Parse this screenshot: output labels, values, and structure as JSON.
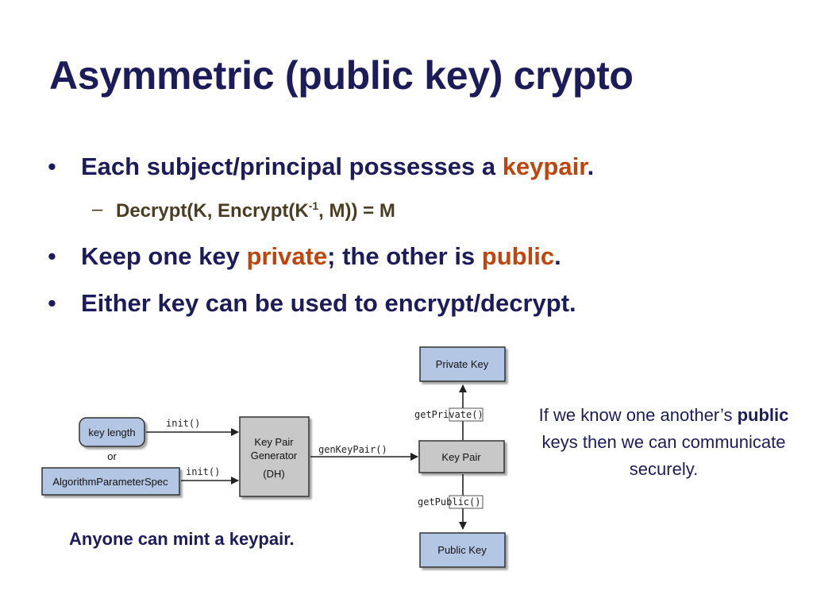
{
  "title": "Asymmetric (public key) crypto",
  "bullets": [
    {
      "pre": "Each subject/principal possesses a ",
      "accent": "keypair",
      "post": "."
    },
    {
      "pre": "Keep one key ",
      "accent1": "private",
      "mid": "; the other is ",
      "accent2": "public",
      "post": "."
    },
    {
      "text": "Either key can be used to encrypt/decrypt."
    }
  ],
  "sub_bullet": {
    "pre": "Decrypt(K, Encrypt(K",
    "sup": "-1",
    "post": ", M)) = M"
  },
  "diagram": {
    "key_length": "key length",
    "or": "or",
    "algorithm_param_spec": "AlgorithmParameterSpec",
    "init_top": "init()",
    "init_bottom": "init()",
    "generator_line1": "Key Pair",
    "generator_line2": "Generator",
    "generator_line3": "(DH)",
    "gen_key_pair": "genKeyPair()",
    "key_pair": "Key Pair",
    "private_key": "Private Key",
    "public_key": "Public Key",
    "get_private": "getPrivate()",
    "get_public": "getPublic()"
  },
  "caption": "Anyone can mint a keypair.",
  "note": {
    "pre": "If we know one another’s ",
    "bold": "public",
    "post": " keys then we can communicate securely."
  },
  "colors": {
    "title": "#1c1c5a",
    "accent": "#c0450c",
    "sub_bullet": "#4a3d22",
    "box_blue": "#b3c6e4",
    "box_gray": "#c8c8c8"
  }
}
